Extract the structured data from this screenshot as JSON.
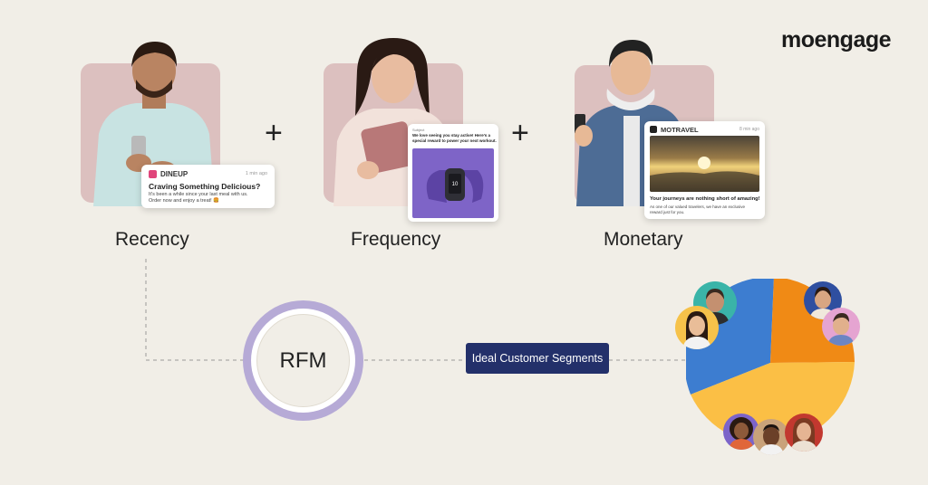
{
  "brand": {
    "logo_text": "mоengage"
  },
  "steps": [
    {
      "label": "Recency"
    },
    {
      "label": "Frequency"
    },
    {
      "label": "Monetary"
    }
  ],
  "operators": {
    "plus": "+"
  },
  "cards": {
    "dineup": {
      "brand": "DINEUP",
      "time": "1 min ago",
      "title": "Craving Something Delicious?",
      "body_line1": "It's been a while since your last meal with us.",
      "body_line2": "Order now and enjoy a treat! 🍔"
    },
    "fitness": {
      "subject": "Subject",
      "title_line1": "We love seeing you stay active! Here's a",
      "title_line2": "special reward to power your next workout."
    },
    "motravel": {
      "brand": "MOTRAVEL",
      "time": "8 min ago",
      "title": "Your journeys are nothing short of amazing!",
      "body_line1": "As one of our valued travelers, we have an exclusive",
      "body_line2": "reward just for you."
    }
  },
  "center": {
    "rfm_label": "RFM"
  },
  "segments": {
    "pill_label": "Ideal Customer Segments"
  },
  "colors": {
    "background": "#f1eee7",
    "photo_bg": "#dcc0bf",
    "ring": "#b6aad6",
    "pill": "#23306a",
    "pie_blue": "#3d7dd0",
    "pie_orange": "#f08a15",
    "pie_yellow": "#fbbf45"
  }
}
